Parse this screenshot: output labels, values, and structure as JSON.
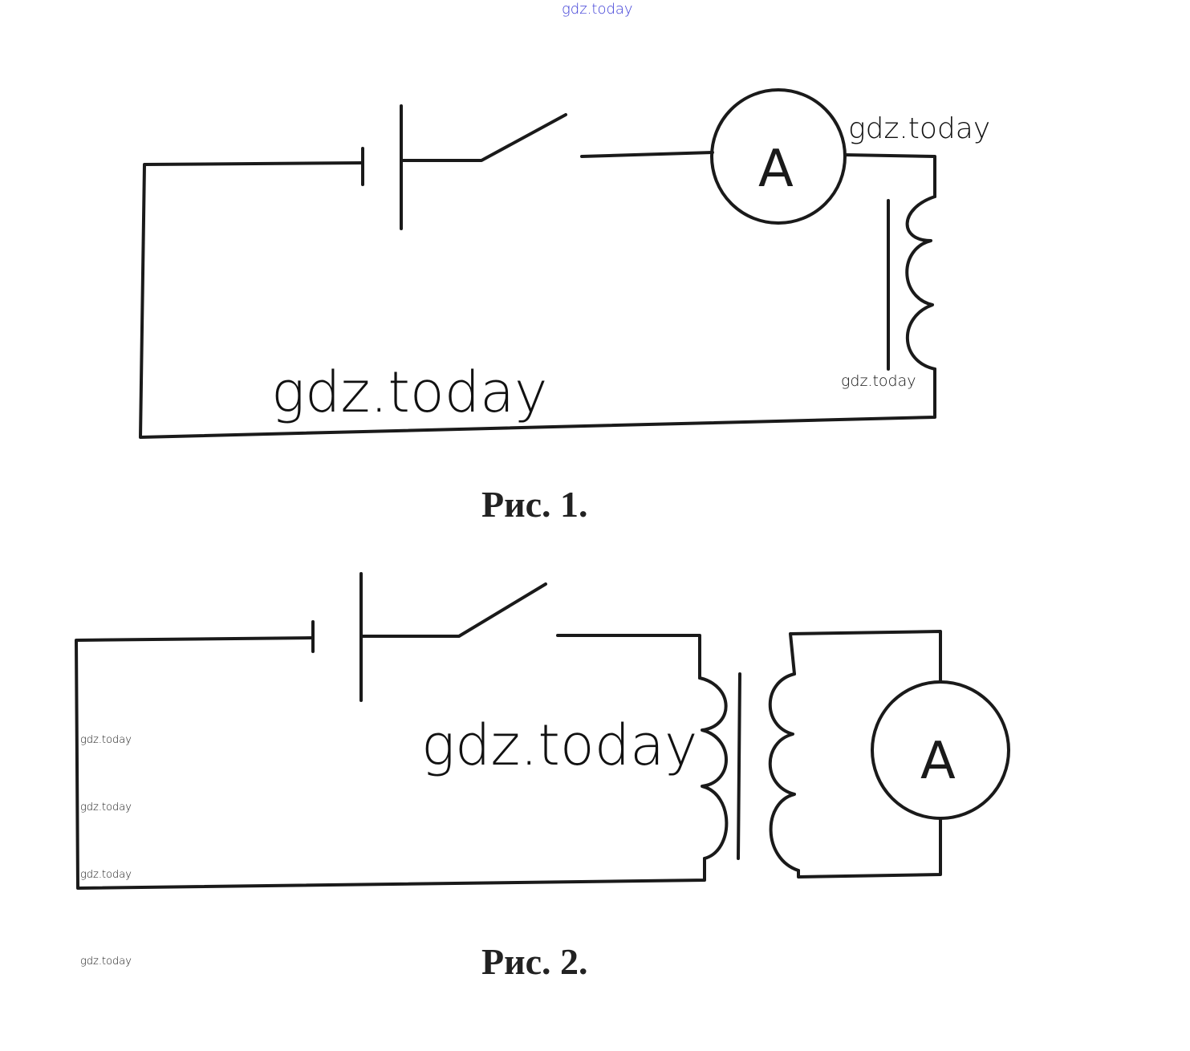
{
  "watermarks": {
    "top": "gdz.today",
    "fig1_right": "gdz.today",
    "fig1_big": "gdz.today",
    "fig1_coil": "gdz.today",
    "fig2_big": "gdz.today",
    "fig2_left1": "gdz.today",
    "fig2_left2": "gdz.today",
    "fig2_left3": "gdz.today",
    "bottom_left": "gdz.today"
  },
  "figure1": {
    "caption": "Рис. 1.",
    "ammeter_label": "A"
  },
  "figure2": {
    "caption": "Рис. 2.",
    "ammeter_label": "A"
  },
  "colors": {
    "watermark_top": "#3b3bd6",
    "line": "#1a1a1a"
  }
}
